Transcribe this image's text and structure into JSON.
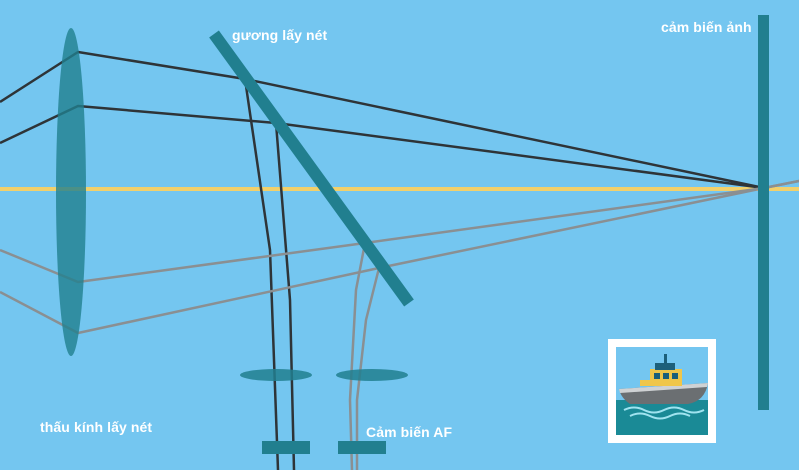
{
  "labels": {
    "focus_mirror": "gương lấy nét",
    "image_sensor": "cảm biến ảnh",
    "focus_lens": "thấu kính lấy nét",
    "af_sensor": "Cảm biến AF"
  },
  "icons": {
    "photo": "boat-photo-icon"
  },
  "colors": {
    "background": "#74c6f0",
    "component": "#217f8f",
    "optical_axis": "#f2d06b",
    "ray_dark": "#2e3438",
    "ray_light": "#8a8f92"
  }
}
